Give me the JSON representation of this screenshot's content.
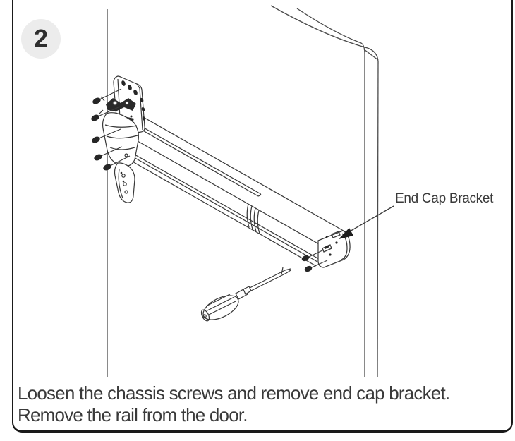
{
  "panel": {
    "border_color": "#1a1a1a",
    "background": "#ffffff"
  },
  "step_badge": {
    "number": "2",
    "bg_color": "#ececec",
    "text_color": "#2e2e2e"
  },
  "callout": {
    "label": "End Cap Bracket",
    "color": "#3a3a3a"
  },
  "caption": {
    "line1": "Loosen the chassis screws and remove end cap bracket.",
    "line2": "Remove the rail from the door.",
    "color": "#3a3a3a"
  },
  "illustration": {
    "line_color": "#3a3a3a",
    "door_line_color": "#4a4a4a",
    "parts": [
      "door",
      "chassis-mounting-plate",
      "chassis-screws",
      "rail",
      "end-cap-bracket",
      "end-cap-screws",
      "screwdriver",
      "callout-arrow"
    ]
  }
}
